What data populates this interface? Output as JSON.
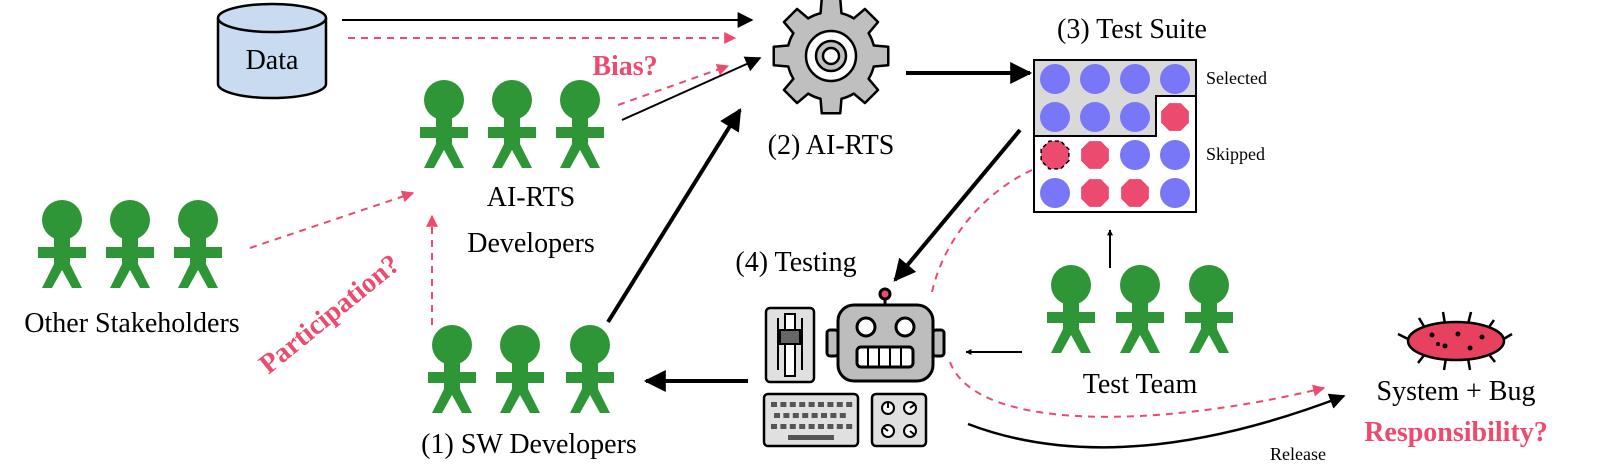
{
  "nodes": {
    "data": "Data",
    "ai_rts": "(2) AI-RTS",
    "test_suite": "(3) Test Suite",
    "testing": "(4) Testing",
    "ai_rts_devs_line1": "AI-RTS",
    "ai_rts_devs_line2": "Developers",
    "other_stakeholders": "Other Stakeholders",
    "sw_developers": "(1) SW Developers",
    "test_team": "Test Team",
    "system_bug": "System + Bug",
    "selected": "Selected",
    "skipped": "Skipped",
    "release": "Release"
  },
  "concerns": {
    "bias": "Bias?",
    "participation": "Participation?",
    "responsibility": "Responsibility?"
  },
  "test_grid": {
    "rows": [
      [
        "blue",
        "blue",
        "blue",
        "blue"
      ],
      [
        "blue",
        "blue",
        "blue",
        "red"
      ],
      [
        "red-dashed",
        "red",
        "blue",
        "blue"
      ],
      [
        "blue",
        "red",
        "red",
        "blue"
      ]
    ]
  },
  "colors": {
    "people": "#2e9636",
    "concern": "#ec4a6e",
    "test_pass": "#7777f7",
    "test_fail": "#ec4a6e",
    "database": "#c8dbf0"
  }
}
